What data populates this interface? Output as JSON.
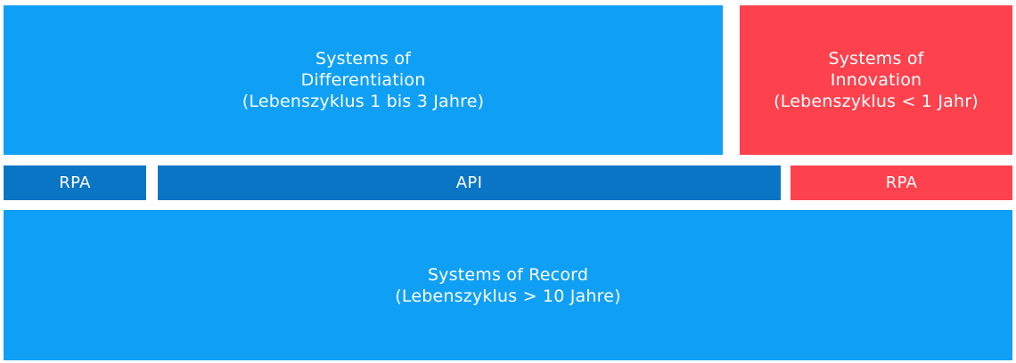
{
  "colors": {
    "blue": "#0fa0f5",
    "dark_blue": "#0a75c4",
    "red": "#fd424e"
  },
  "differentiation": {
    "line1": "Systems of",
    "line2": "Differentiation",
    "line3": "(Lebenszyklus 1 bis 3 Jahre)"
  },
  "innovation": {
    "line1": "Systems of",
    "line2": "Innovation",
    "line3": "(Lebenszyklus < 1 Jahr)"
  },
  "integration": {
    "rpa_left": "RPA",
    "api": "API",
    "rpa_right": "RPA"
  },
  "record": {
    "line1": "Systems of Record",
    "line2": "(Lebenszyklus > 10 Jahre)"
  }
}
